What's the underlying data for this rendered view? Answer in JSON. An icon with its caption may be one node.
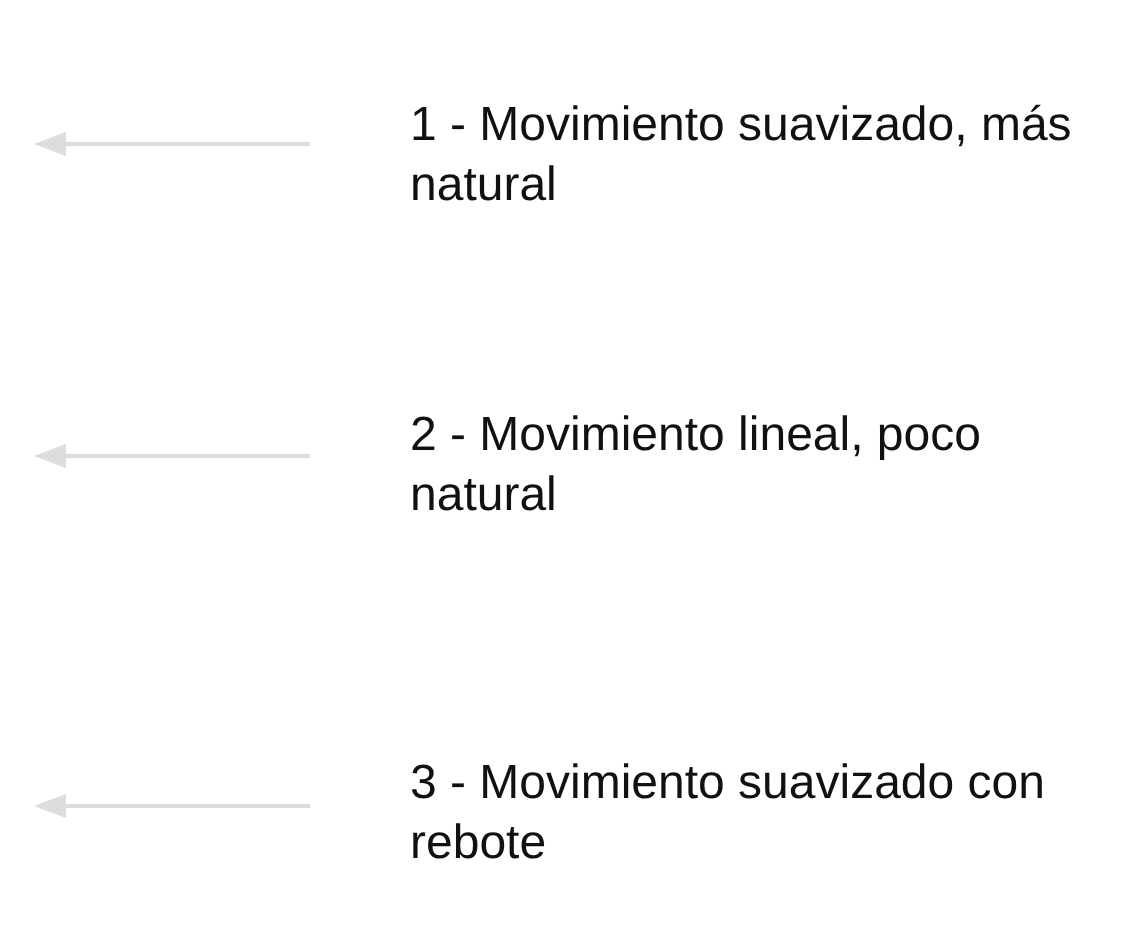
{
  "diagram": {
    "labels": [
      "1 - Movimiento suavizado, más natural",
      "2 - Movimiento lineal, poco natural",
      "3 - Movimiento suavizado con rebote"
    ]
  }
}
